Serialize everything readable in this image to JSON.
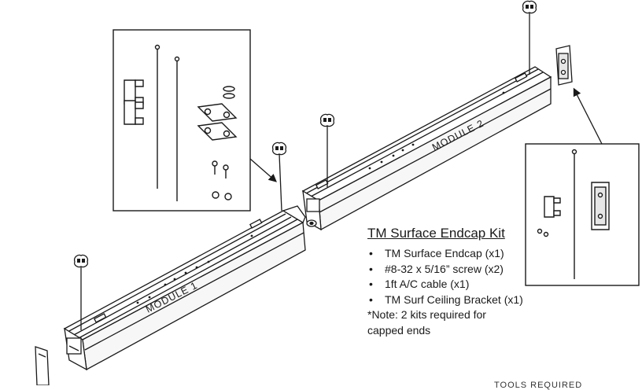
{
  "kit": {
    "title": "TM Surface Endcap Kit",
    "items": [
      "TM Surface Endcap (x1)",
      "#8-32 x 5/16” screw (x2)",
      "1ft A/C cable (x1)",
      "TM Surf Ceiling Bracket (x1)"
    ],
    "note": "*Note: 2 kits required for capped ends"
  },
  "modules": {
    "module1": "MODULE 1",
    "module2": "MODULE 2"
  },
  "footer_cut_text": "TOOLS REQUIRED",
  "colors": {
    "line": "#1a1a1a",
    "fill": "#ffffff",
    "shade": "#e6e6e6"
  }
}
